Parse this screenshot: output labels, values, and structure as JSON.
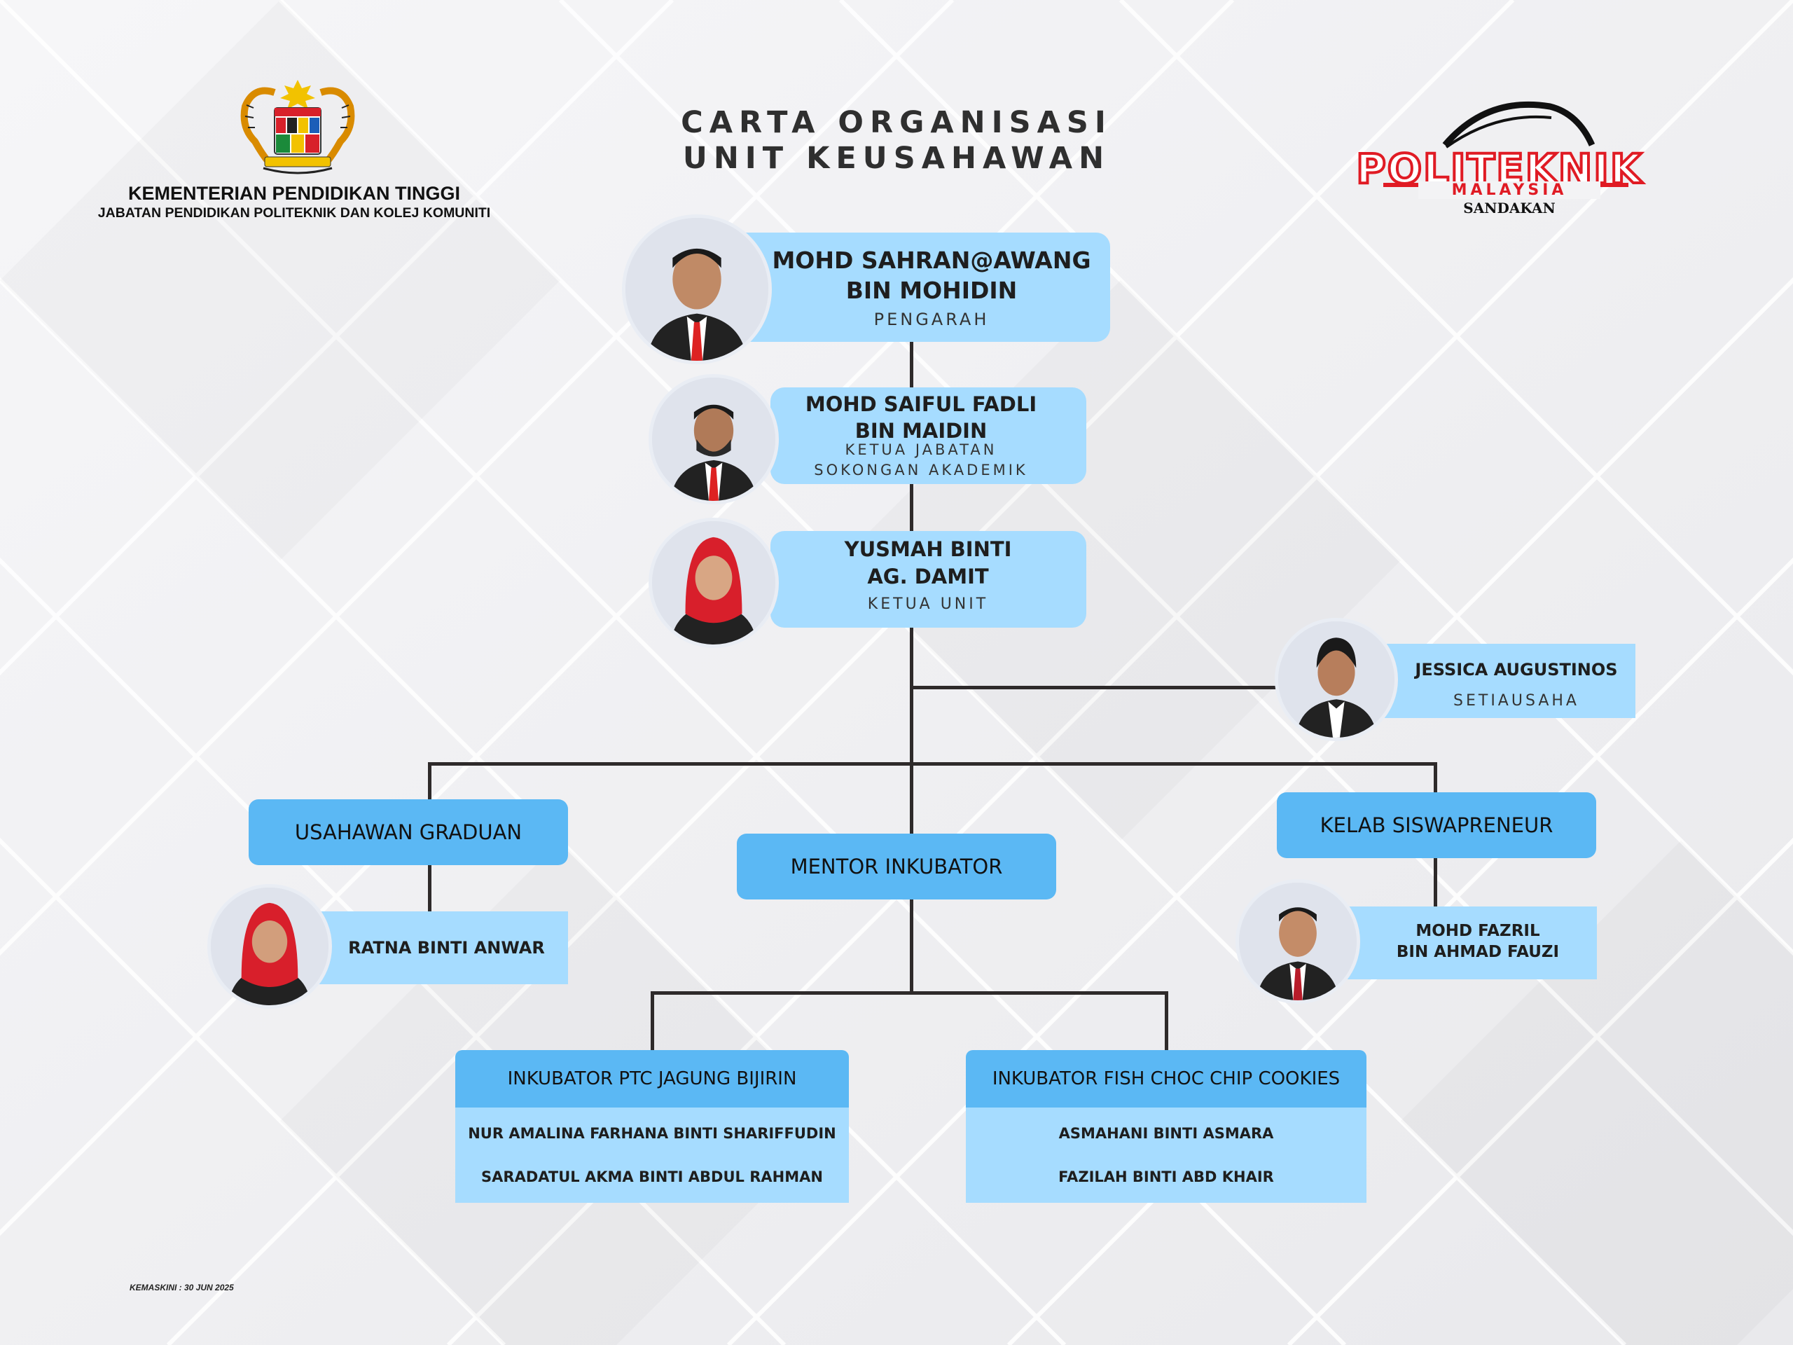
{
  "header": {
    "title_line1": "CARTA ORGANISASI",
    "title_line2": "UNIT KEUSAHAWAN",
    "ministry_line1": "KEMENTERIAN PENDIDIKAN TINGGI",
    "ministry_line2": "JABATAN PENDIDIKAN POLITEKNIK DAN KOLEJ KOMUNITI",
    "logo": {
      "brand": "POLITEKNIK",
      "country": "MALAYSIA",
      "campus": "SANDAKAN",
      "brand_color": "#e01b24"
    },
    "crest_icon": "malaysia-coat-of-arms-icon"
  },
  "people": {
    "director": {
      "name_line1": "MOHD SAHRAN@AWANG",
      "name_line2": "BIN MOHIDIN",
      "role": "PENGARAH"
    },
    "head_dept": {
      "name_line1": "MOHD SAIFUL FADLI",
      "name_line2": "BIN MAIDIN",
      "role_line1": "KETUA JABATAN",
      "role_line2": "SOKONGAN AKADEMIK"
    },
    "head_unit": {
      "name_line1": "YUSMAH BINTI",
      "name_line2": "AG. DAMIT",
      "role": "KETUA UNIT"
    },
    "secretary": {
      "name": "JESSICA AUGUSTINOS",
      "role": "SETIAUSAHA"
    },
    "graduate_member": {
      "name": "RATNA BINTI ANWAR"
    },
    "club_member": {
      "name_line1": "MOHD FAZRIL",
      "name_line2": "BIN AHMAD FAUZI"
    }
  },
  "units": {
    "graduate": "USAHAWAN GRADUAN",
    "mentor": "MENTOR INKUBATOR",
    "club": "KELAB SISWAPRENEUR"
  },
  "incubators": [
    {
      "title": "INKUBATOR PTC JAGUNG BIJIRIN",
      "members": [
        "NUR AMALINA FARHANA BINTI SHARIFFUDIN",
        "SARADATUL AKMA BINTI ABDUL RAHMAN"
      ]
    },
    {
      "title": "INKUBATOR FISH CHOC CHIP COOKIES",
      "members": [
        "ASMAHANI BINTI ASMARA",
        "FAZILAH BINTI ABD KHAIR"
      ]
    }
  ],
  "footer": {
    "updated": "KEMASKINI : 30 JUN 2025"
  },
  "colors": {
    "box_light": "#a6dcff",
    "box_dark": "#5bb8f4",
    "connector": "#2e2a2a",
    "background": "#f0f0f2"
  }
}
